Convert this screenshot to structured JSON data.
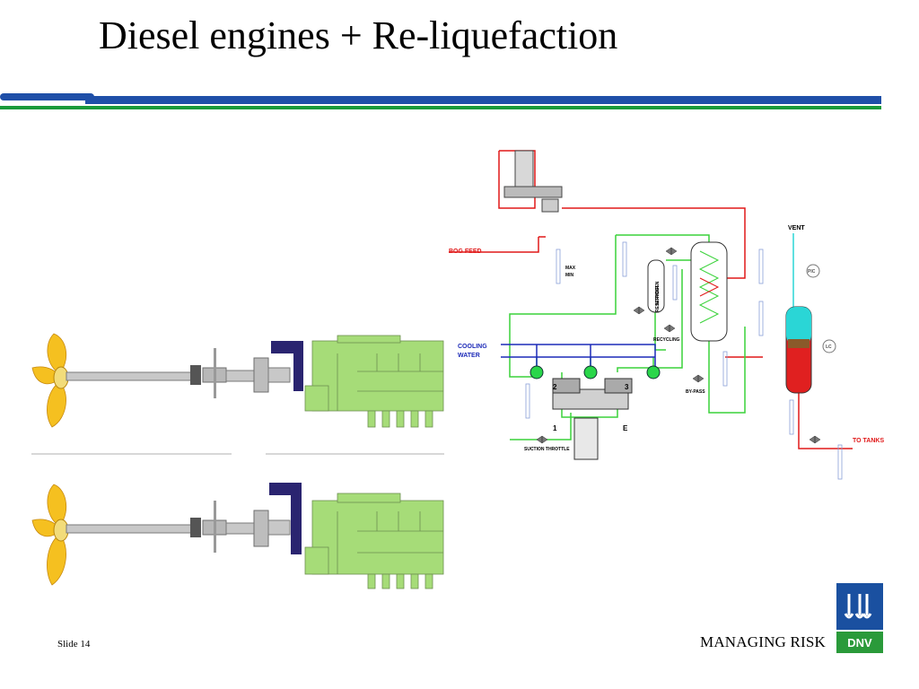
{
  "slide": {
    "title": "Diesel engines + Re-liquefaction",
    "slide_number": "Slide 14",
    "tagline": "MANAGING RISK",
    "logo_text": "DNV"
  },
  "schematic": {
    "labels": {
      "bog_feed": "BOG FEED",
      "cooling_water": [
        "COOLING",
        "WATER"
      ],
      "vent": "VENT",
      "to_tanks": "TO TANKS",
      "recycling": "RECYCLING",
      "by_pass": "BY-PASS",
      "suction_throttle": "SUCTION THROTTLE",
      "nitrogen_reservoir": [
        "NITROGEN",
        "RESERVOIR"
      ],
      "stage_1": "1",
      "stage_2": "2",
      "stage_3": "3",
      "stage_e": "E",
      "max": "MAX",
      "min": "MIN",
      "pic": "PIC",
      "lc": "LC"
    }
  },
  "colors": {
    "title_band_blue": "#1f4fa8",
    "title_band_green": "#1a9a3a",
    "engine_green": "#a6dc78",
    "bracket_navy": "#2a2470",
    "propeller_yellow": "#f5c020",
    "line_red": "#e01818",
    "line_green": "#3ad23a",
    "line_blue": "#1c2ab8",
    "line_cyan": "#2ad6d6",
    "logo_blue": "#1a50a0",
    "logo_green": "#2a9a3a"
  },
  "icons": [
    "propeller-icon",
    "diesel-engine-icon",
    "compressor-icon",
    "heat-exchanger-icon",
    "valve-icon",
    "separator-vessel-icon",
    "dnv-anchor-logo-icon"
  ]
}
